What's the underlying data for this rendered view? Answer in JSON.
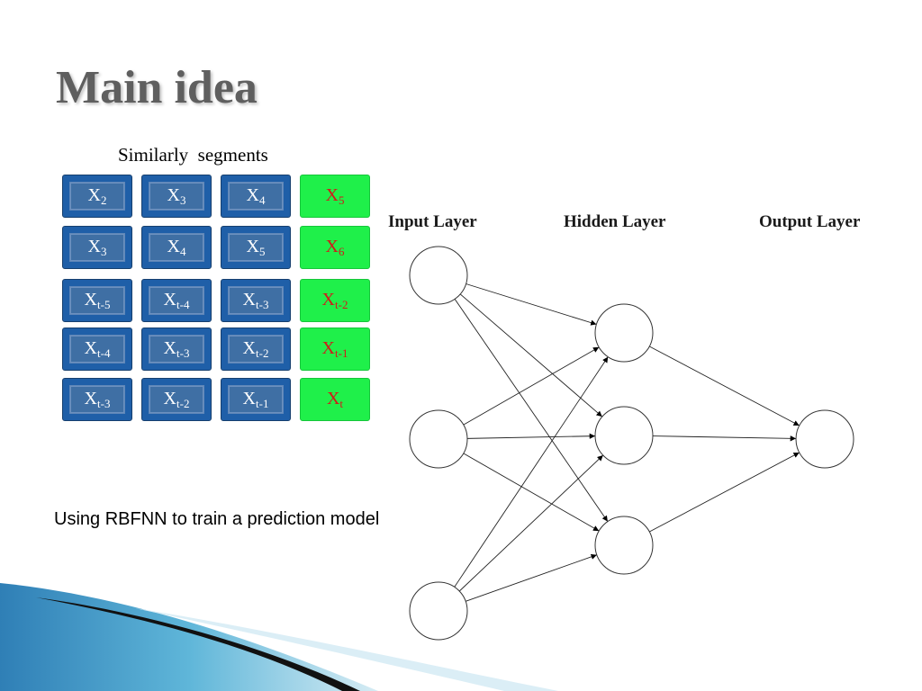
{
  "slide": {
    "title": "Main idea",
    "segments_label": "Similarly  segments",
    "caption": "Using RBFNN to train a prediction model"
  },
  "segments": {
    "rows": [
      {
        "inputs": [
          {
            "base": "X",
            "sub": "2"
          },
          {
            "base": "X",
            "sub": "3"
          },
          {
            "base": "X",
            "sub": "4"
          }
        ],
        "target": {
          "base": "X",
          "sub": "5"
        }
      },
      {
        "inputs": [
          {
            "base": "X",
            "sub": "3"
          },
          {
            "base": "X",
            "sub": "4"
          },
          {
            "base": "X",
            "sub": "5"
          }
        ],
        "target": {
          "base": "X",
          "sub": "6"
        }
      },
      {
        "inputs": [
          {
            "base": "X",
            "sub": "t-5"
          },
          {
            "base": "X",
            "sub": "t-4"
          },
          {
            "base": "X",
            "sub": "t-3"
          }
        ],
        "target": {
          "base": "X",
          "sub": "t-2"
        }
      },
      {
        "inputs": [
          {
            "base": "X",
            "sub": "t-4"
          },
          {
            "base": "X",
            "sub": "t-3"
          },
          {
            "base": "X",
            "sub": "t-2"
          }
        ],
        "target": {
          "base": "X",
          "sub": "t-1"
        }
      },
      {
        "inputs": [
          {
            "base": "X",
            "sub": "t-3"
          },
          {
            "base": "X",
            "sub": "t-2"
          },
          {
            "base": "X",
            "sub": "t-1"
          }
        ],
        "target": {
          "base": "X",
          "sub": "t"
        }
      }
    ]
  },
  "network": {
    "input_layer_label": "Input Layer",
    "hidden_layer_label": "Hidden Layer",
    "output_layer_label": "Output Layer",
    "input_nodes": 3,
    "hidden_nodes": 3,
    "output_nodes": 1
  },
  "colors": {
    "title": "#5f5f5f",
    "segment_blue": "#1f5fa8",
    "segment_green": "#1ff04a",
    "target_text": "#d11a1a"
  }
}
